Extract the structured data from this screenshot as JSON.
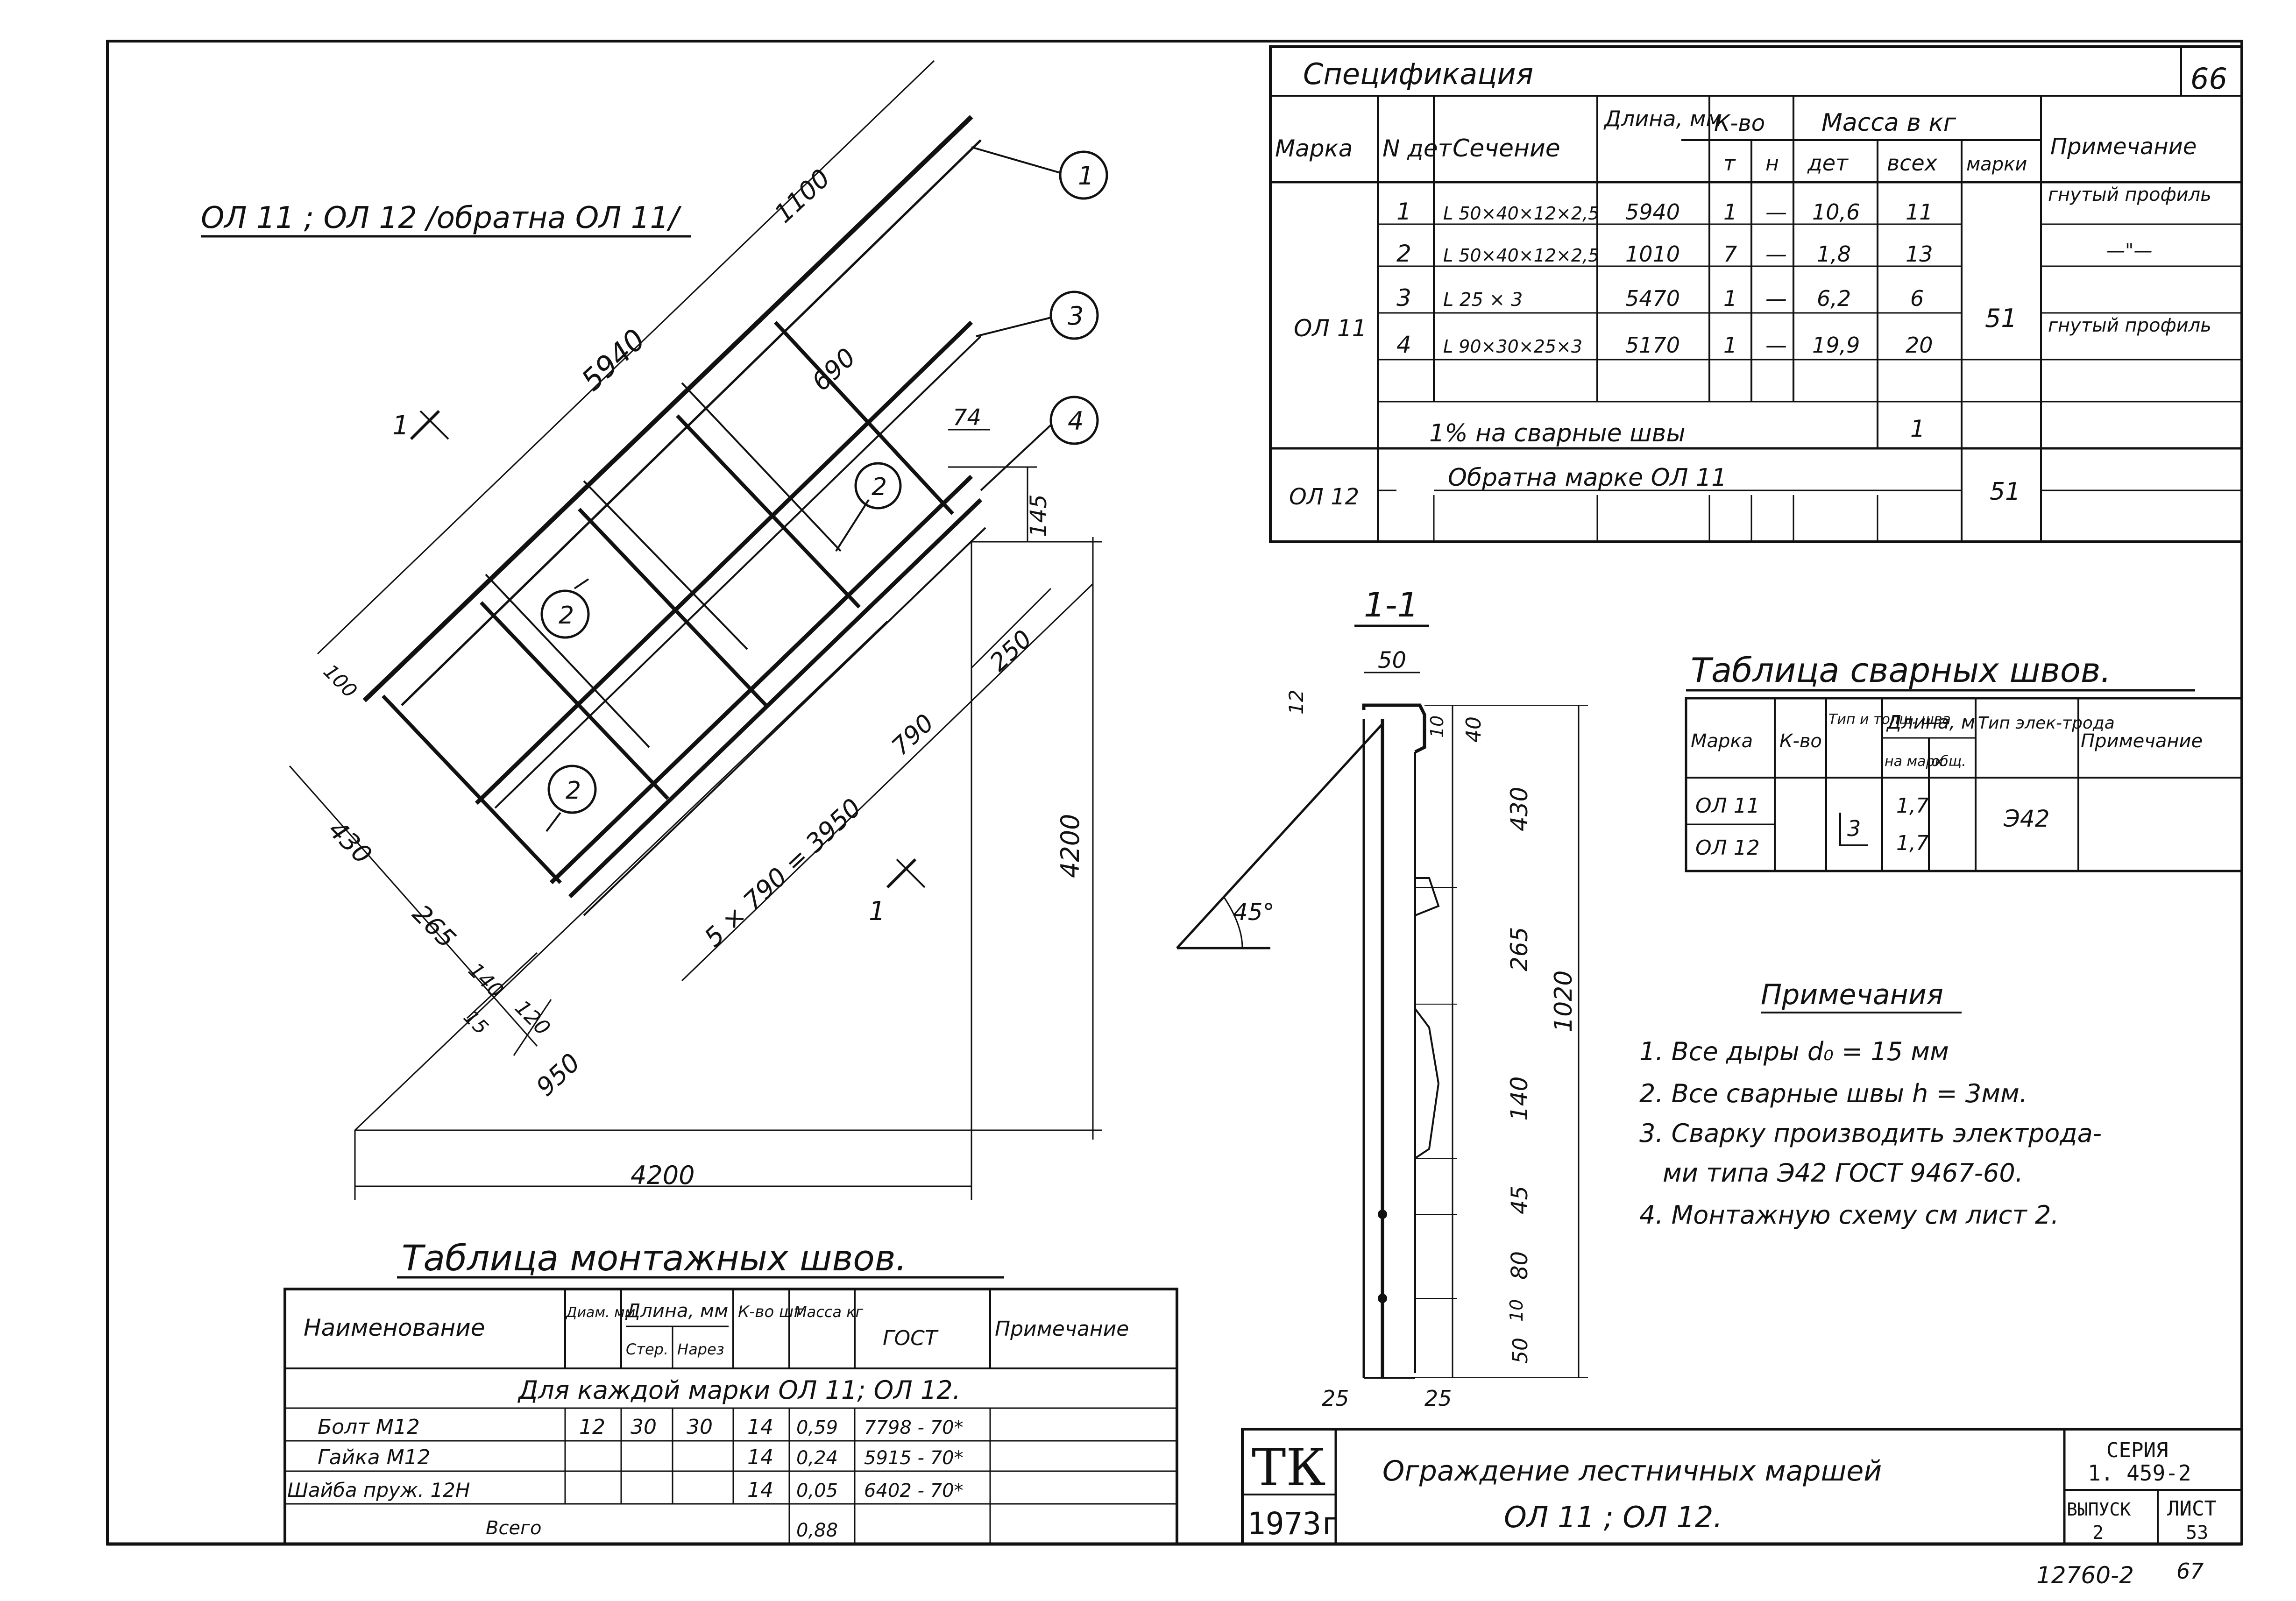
{
  "page_number": "66",
  "drawing_title": "ОЛ 11 ; ОЛ 12 /обратна ОЛ 11/",
  "dims": {
    "d5940": "5940",
    "d1100": "1100",
    "d690": "690",
    "d74": "74",
    "d145": "145",
    "d250": "250",
    "d790": "790",
    "d100": "100",
    "d430": "430",
    "d265": "265",
    "d140": "140",
    "d120": "120",
    "d15": "15",
    "d950": "950",
    "d4200v": "4200",
    "d4200h": "4200",
    "d5x790": "5 × 790 = 3950"
  },
  "callouts": [
    "1",
    "3",
    "4",
    "2",
    "2",
    "2"
  ],
  "section_marks": {
    "top": "1",
    "bottom": "1"
  },
  "spec": {
    "title": "Спецификация",
    "headers": {
      "marka": "Марка",
      "ndet": "N дет",
      "sechenie": "Сечение",
      "dlina": "Длина, мм",
      "kvo": "К-во",
      "t": "т",
      "n": "н",
      "massa": "Масса в кг",
      "det": "дет",
      "vseh": "всех",
      "marki": "марки",
      "primech": "Примечание"
    },
    "group_marka": "ОЛ 11",
    "rows": [
      {
        "n": "1",
        "sec": "L 50×40×12×2,5",
        "len": "5940",
        "t": "1",
        "h": "—",
        "det": "10,6",
        "all": "11",
        "note": "гнутый профиль"
      },
      {
        "n": "2",
        "sec": "L 50×40×12×2,5",
        "len": "1010",
        "t": "7",
        "h": "—",
        "det": "1,8",
        "all": "13",
        "note": "—\"—"
      },
      {
        "n": "3",
        "sec": "L 25 × 3",
        "len": "5470",
        "t": "1",
        "h": "—",
        "det": "6,2",
        "all": "6",
        "note": ""
      },
      {
        "n": "4",
        "sec": "L 90×30×25×3",
        "len": "5170",
        "t": "1",
        "h": "—",
        "det": "19,9",
        "all": "20",
        "note": "гнутый профиль"
      }
    ],
    "marki_mass": "51",
    "welds_label": "1% на сварные швы",
    "welds_value": "1",
    "ol12_marka": "ОЛ 12",
    "ol12_text": "Обратна марке ОЛ 11",
    "ol12_mass": "51"
  },
  "section": {
    "title": "1-1",
    "dims": [
      "50",
      "12",
      "10",
      "40",
      "430",
      "265",
      "140",
      "45",
      "80",
      "10",
      "50",
      "1020",
      "25",
      "25"
    ],
    "angle": "45°"
  },
  "weld_table": {
    "title": "Таблица сварных швов.",
    "headers": {
      "marka": "Марка",
      "kvo": "К-во",
      "tip": "Тип и толщ. шва",
      "dlina": "Длина, м",
      "na": "на марк.",
      "obsh": "общ.",
      "elektr": "Тип элек-трода",
      "primech": "Примечание"
    },
    "rows": [
      {
        "marka": "ОЛ 11",
        "na": "1,7"
      },
      {
        "marka": "ОЛ 12",
        "na": "1,7"
      }
    ],
    "tip": "3",
    "elektrod": "Э42"
  },
  "notes": {
    "title": "Примечания",
    "items": [
      "1. Все дыры d₀ = 15 мм",
      "2. Все сварные швы  h = 3мм.",
      "3. Сварку производить электрода-",
      "ми типа Э42 ГОСТ 9467-60.",
      "4. Монтажную схему см лист 2."
    ]
  },
  "mount_table": {
    "title": "Таблица монтажных швов.",
    "headers": {
      "name": "Наименование",
      "diam": "Диам. мм",
      "dlina": "Длина, мм",
      "ster": "Стер.",
      "narez": "Нарез",
      "kvo": "К-во шт",
      "massa": "Масса кг",
      "gost": "ГОСТ",
      "primech": "Примечание"
    },
    "group": "Для каждой марки  ОЛ 11; ОЛ 12.",
    "rows": [
      {
        "name": "Болт М12",
        "d": "12",
        "s": "30",
        "nz": "30",
        "k": "14",
        "m": "0,59",
        "g": "7798 - 70*"
      },
      {
        "name": "Гайка М12",
        "d": "",
        "s": "",
        "nz": "",
        "k": "14",
        "m": "0,24",
        "g": "5915 - 70*"
      },
      {
        "name": "Шайба пруж. 12Н",
        "d": "",
        "s": "",
        "nz": "",
        "k": "14",
        "m": "0,05",
        "g": "6402 - 70*"
      }
    ],
    "total_label": "Всего",
    "total": "0,88"
  },
  "stamp": {
    "tk": "ТК",
    "year": "1973г",
    "title1": "Ограждение лестничных маршей",
    "title2": "ОЛ 11 ; ОЛ 12.",
    "seriya_label": "СЕРИЯ",
    "seriya": "1. 459-2",
    "vypusk_label": "ВЫПУСК",
    "vypusk": "2",
    "list_label": "ЛИСТ",
    "list": "53"
  },
  "bottom_code": "12760-2",
  "bottom_page": "67"
}
